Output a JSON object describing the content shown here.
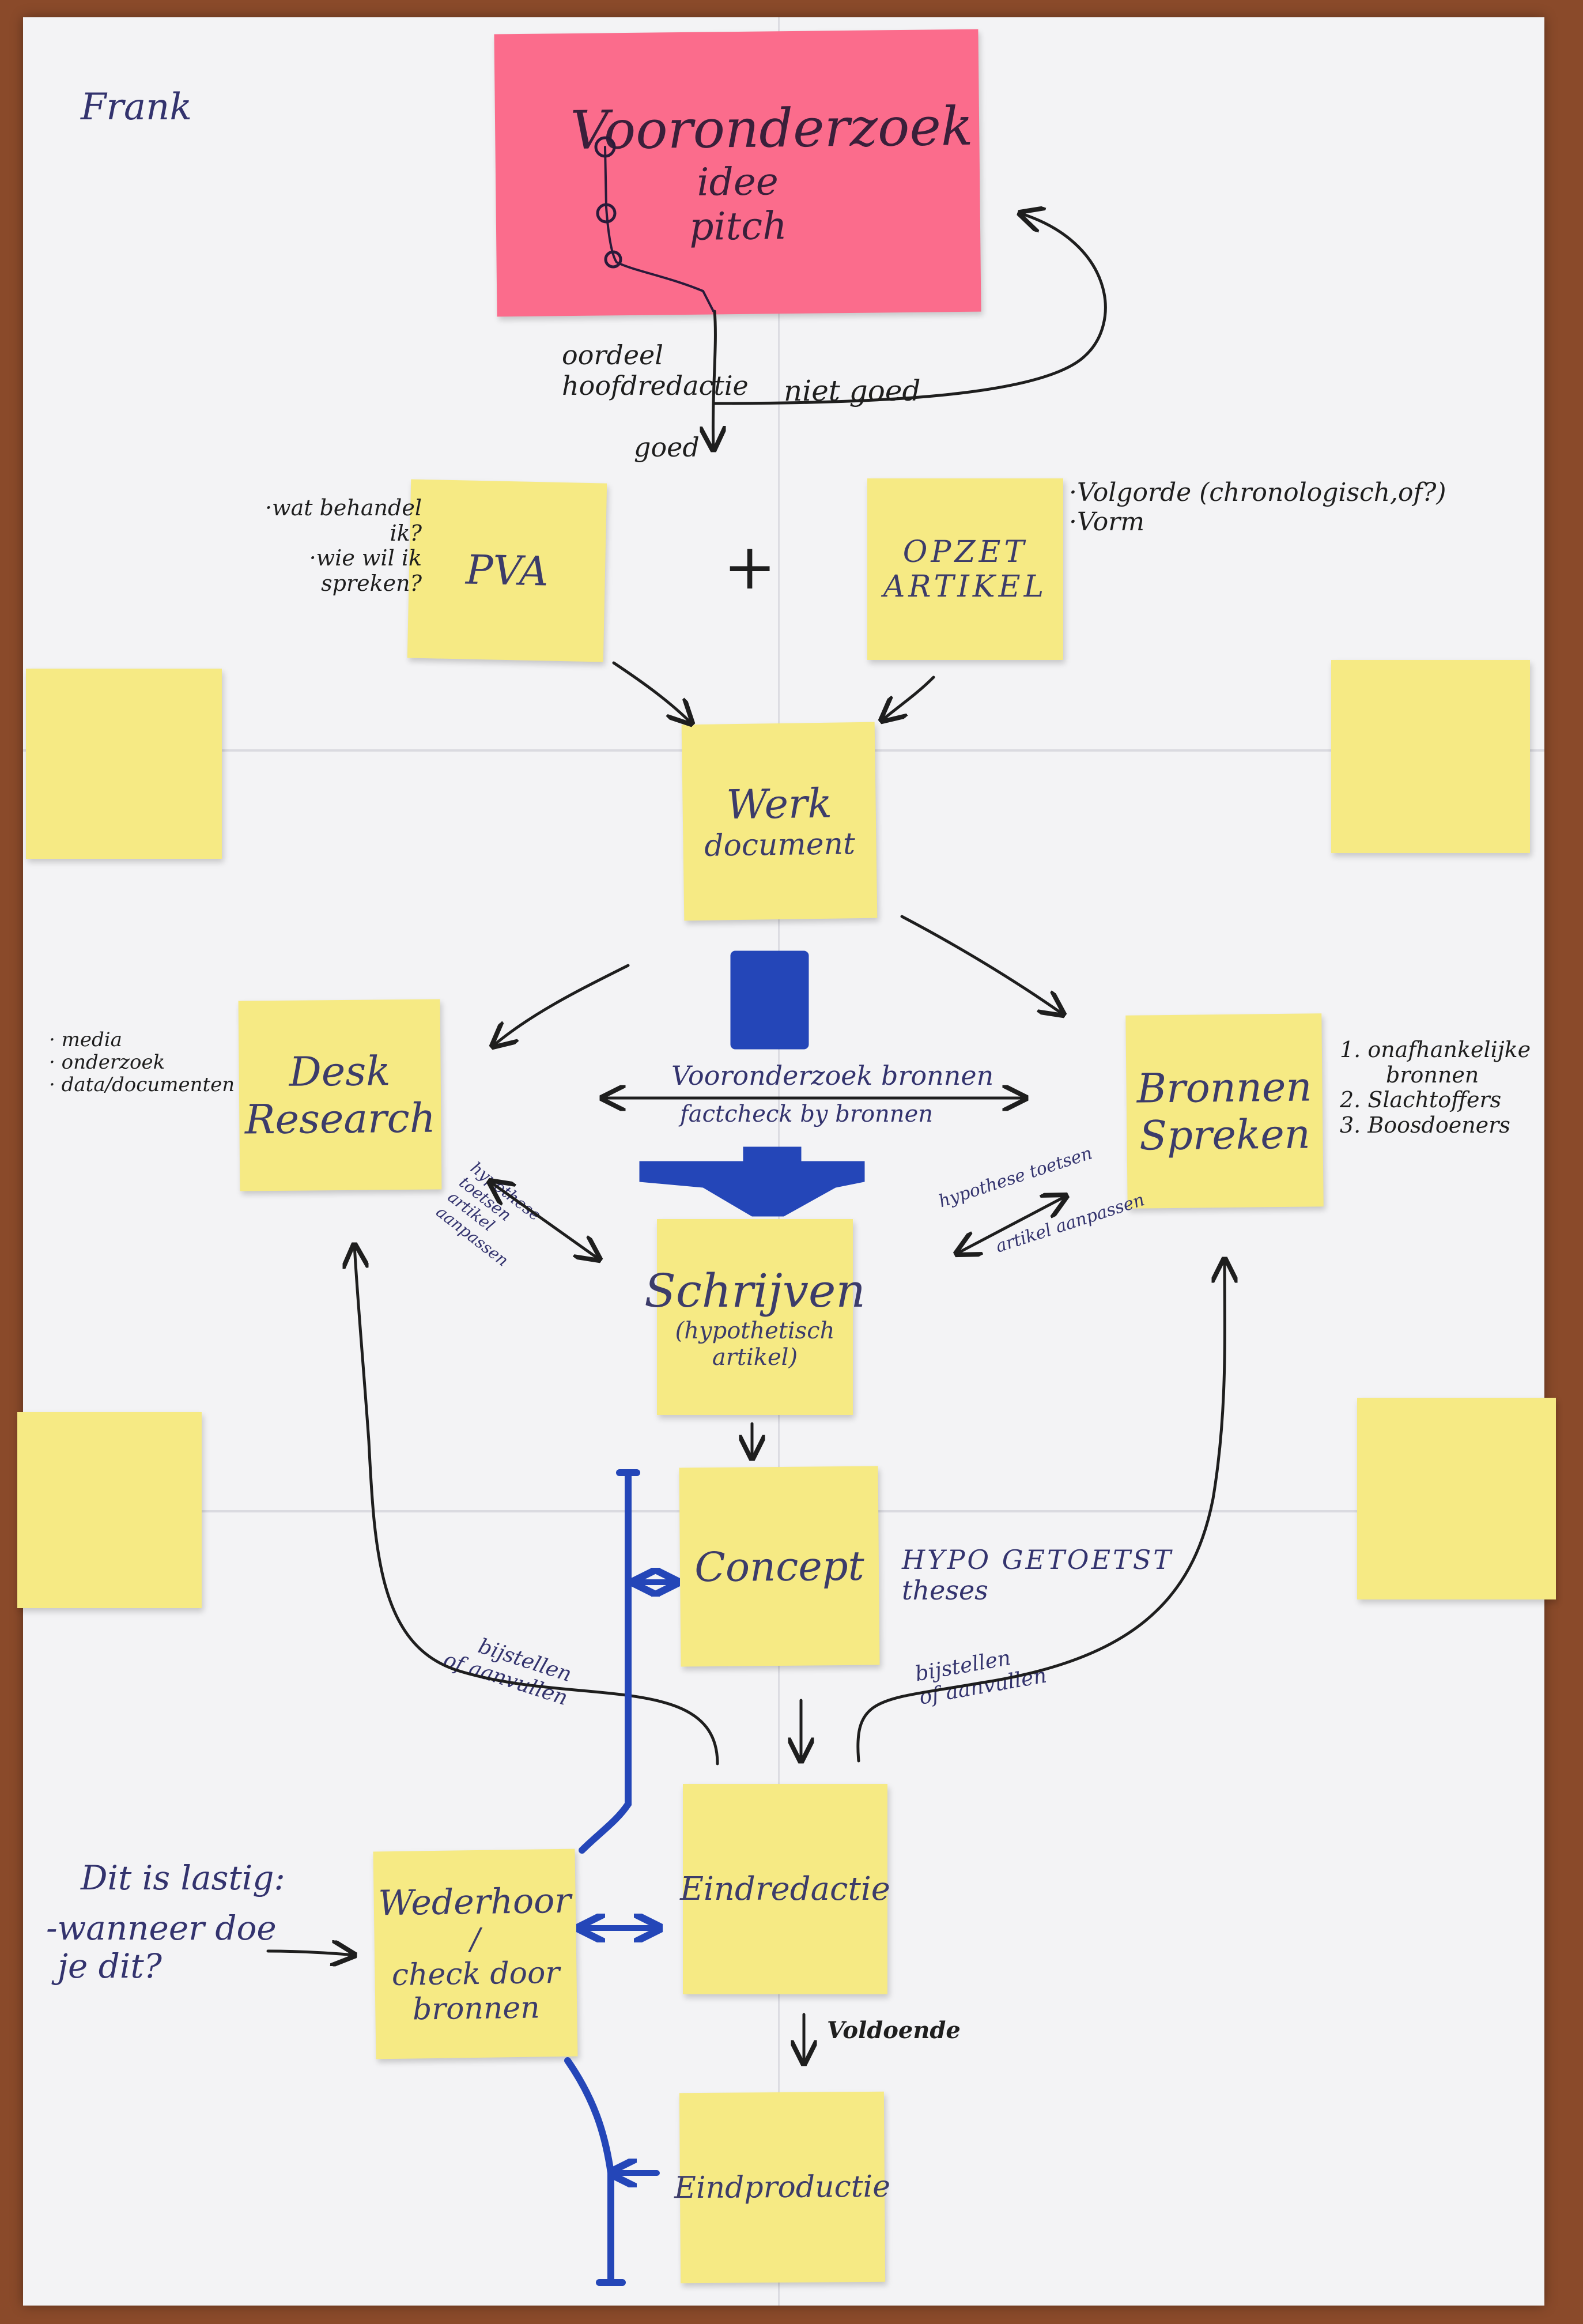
{
  "author": "Frank",
  "notes": {
    "vooronderzoek": [
      "Vooronderzoek",
      "idee",
      "pitch"
    ],
    "pva": "PVA",
    "opzet_artikel": [
      "OPZET",
      "ARTIKEL"
    ],
    "werkdocument": [
      "Werk",
      "document"
    ],
    "desk_research": [
      "Desk",
      "Research"
    ],
    "bronnen_spreken": [
      "Bronnen",
      "Spreken"
    ],
    "schrijven": [
      "Schrijven",
      "(hypothetisch",
      "artikel)"
    ],
    "concept": "Concept",
    "eindredactie": "Eindredactie",
    "wederhoor": [
      "Wederhoor",
      "/",
      "check door",
      "bronnen"
    ],
    "eindproductie": "Eindproductie"
  },
  "annotations": {
    "oordeel": [
      "oordeel",
      "hoofdredactie"
    ],
    "niet_goed": "niet goed",
    "goed": "goed",
    "pva_questions": [
      "·wat behandel",
      "ik?",
      "·wie wil ik",
      "spreken?"
    ],
    "opzet_list": [
      "·Volgorde (chronologisch,of?)",
      "·Vorm"
    ],
    "plus": "+",
    "desk_list": [
      "· media",
      "· onderzoek",
      "· data/documenten"
    ],
    "bronnen_list": [
      "1. onafhankelijke",
      "bronnen",
      "2. Slachtoffers",
      "3. Boosdoeners"
    ],
    "vooronderzoek_bronnen": "Vooronderzoek bronnen",
    "factcheck_bronnen": "factcheck by bronnen",
    "hypothese_left": [
      "hypothese",
      "toetsen",
      "artikel",
      "aanpassen"
    ],
    "hypothese_right": [
      "hypothese toetsen",
      "artikel aanpassen"
    ],
    "hypo_getoetst": [
      "HYPO GETOETST",
      "theses"
    ],
    "bijstellen_left": [
      "bijstellen",
      "of aanvullen"
    ],
    "bijstellen_right": [
      "bijstellen",
      "of aanvullen"
    ],
    "voldoende": "Voldoende",
    "lastig": [
      "Dit is lastig:",
      "-wanneer doe",
      "je dit?"
    ]
  },
  "colors": {
    "paper": "#f3f3f5",
    "sticky_yellow": "#f6ea84",
    "sticky_pink": "#fb6c8c",
    "marker_blue": "#2446b8",
    "pen_black": "#1e1e1e",
    "table_wood": "#8a4a2a"
  }
}
